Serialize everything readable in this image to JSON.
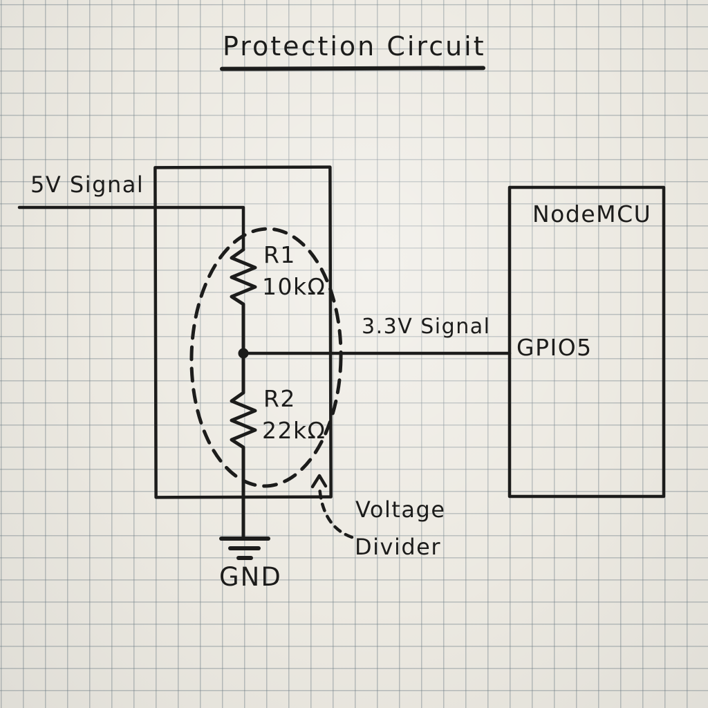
{
  "title": {
    "text": "Protection Circuit"
  },
  "wires": {
    "input_label": "5V Signal",
    "output_label": "3.3V Signal"
  },
  "resistors": {
    "r1": {
      "name": "R1",
      "value": "10kΩ"
    },
    "r2": {
      "name": "R2",
      "value": "22kΩ"
    }
  },
  "ground": {
    "label": "GND"
  },
  "annotation": {
    "line1": "Voltage",
    "line2": "Divider"
  },
  "chip": {
    "name": "NodeMCU",
    "pin": "GPIO5"
  },
  "colors": {
    "paper": "#ece9e1",
    "grid_line": "#6c7c84",
    "ink": "#1c1c1b"
  }
}
